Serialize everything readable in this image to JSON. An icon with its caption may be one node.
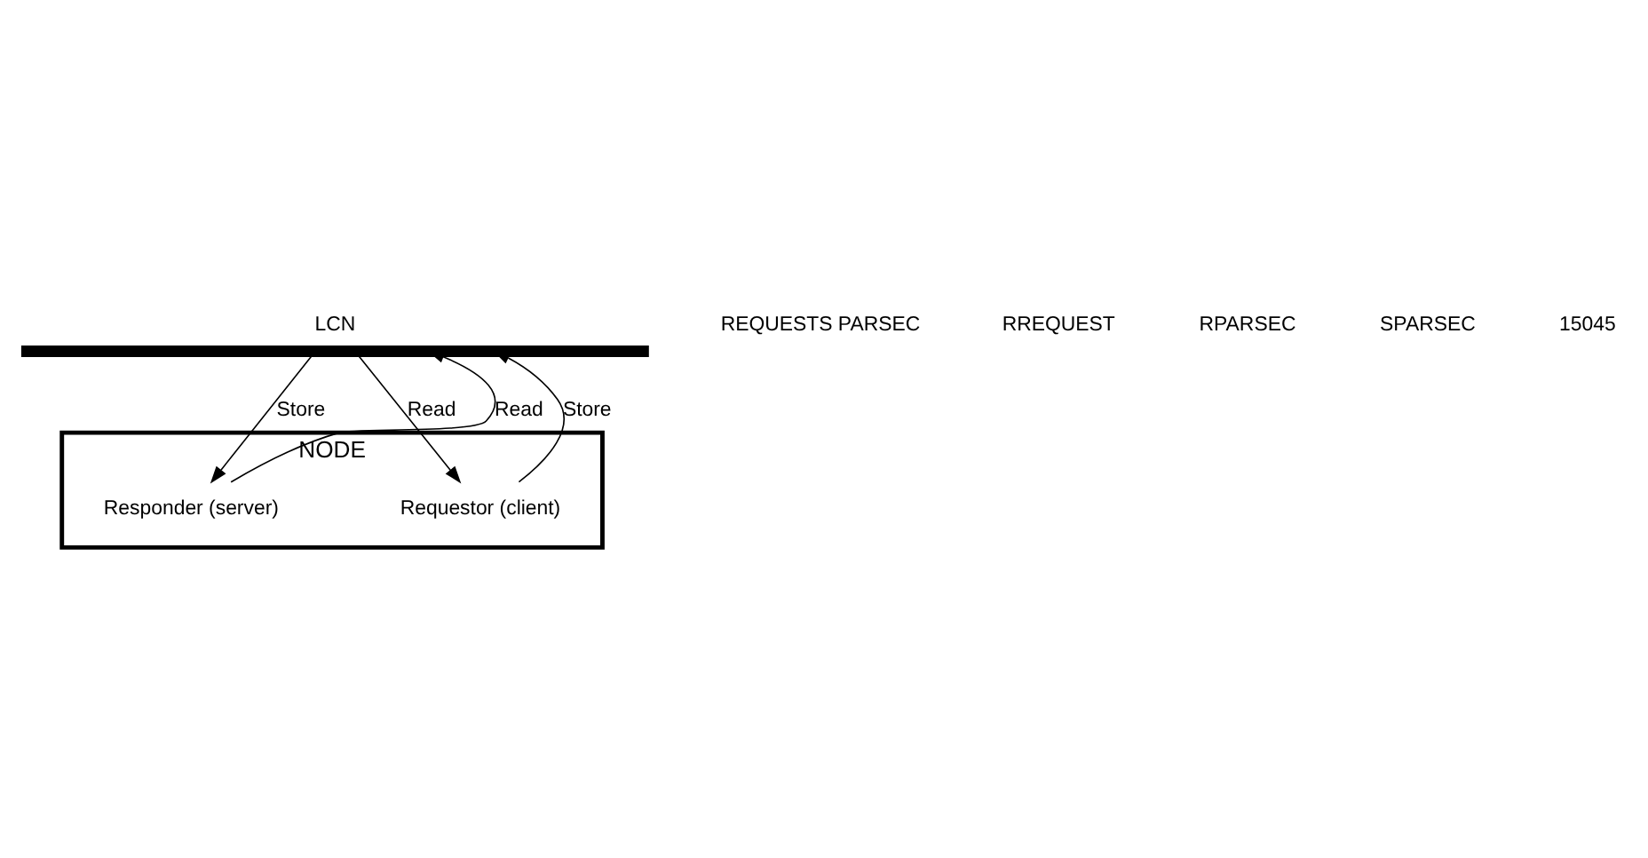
{
  "diagram": {
    "nodes": [
      {
        "text": [
          "LCN"
        ]
      },
      {
        "text": [
          "NODE"
        ]
      },
      {
        "text": [
          "Responder (server)"
        ],
        "in": 1
      },
      {
        "text": [
          "Requestor (client)"
        ],
        "in": 1
      }
    ],
    "edges": [
      {
        "from": 2,
        "to": 0,
        "arrow": "to",
        "label": "Read"
      },
      {
        "from": 0,
        "to": 2,
        "arrow": "to",
        "label": "Store"
      },
      {
        "from": 0,
        "to": 3,
        "arrow": "to",
        "label": "Read"
      },
      {
        "from": 3,
        "to": 0,
        "arrow": "to",
        "label": "Store"
      }
    ],
    "labels": [
      "REQUESTS PARSEC",
      "RREQUEST",
      "RPARSEC",
      "SPARSEC",
      "15045"
    ]
  }
}
